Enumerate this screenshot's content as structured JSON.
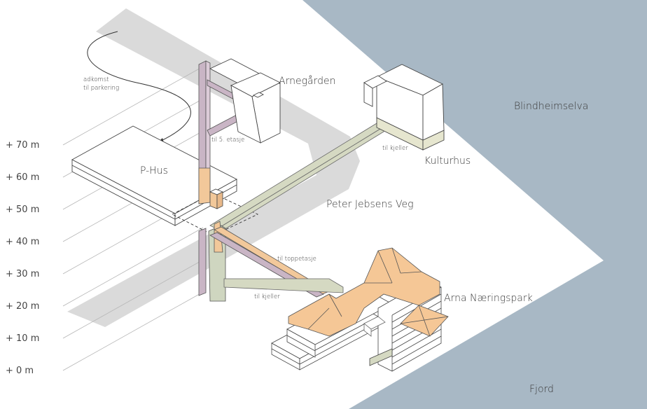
{
  "elevation_scale": [
    "+ 70 m",
    "+ 60 m",
    "+ 50 m",
    "+ 40 m",
    "+ 30 m",
    "+ 20 m",
    "+ 10 m",
    "+  0 m"
  ],
  "places": {
    "arnegarden": "Arnegården",
    "blindheimselva": "Blindheimselva",
    "kulturhus": "Kulturhus",
    "p_hus": "P-Hus",
    "peter_jebsens_veg": "Peter Jebsens Veg",
    "arna_naeringspark": "Arna Næringspark",
    "fjord": "Fjord"
  },
  "connections": {
    "adkomst_line1": "adkomst",
    "adkomst_line2": "til parkering",
    "til_5_etasje": "til 5. etasje",
    "til_kjeller_kulturhus": "til kjeller",
    "til_toppetasje": "til toppetasje",
    "til_kjeller_naeringspark": "til kjeller"
  },
  "colors": {
    "water": "#a7b7c4",
    "road": "#d9d9d9",
    "lift_purple": "#c9b4c4",
    "link_orange": "#f2c89a",
    "link_green": "#d4d9c0",
    "roof_orange": "#f5c796"
  }
}
